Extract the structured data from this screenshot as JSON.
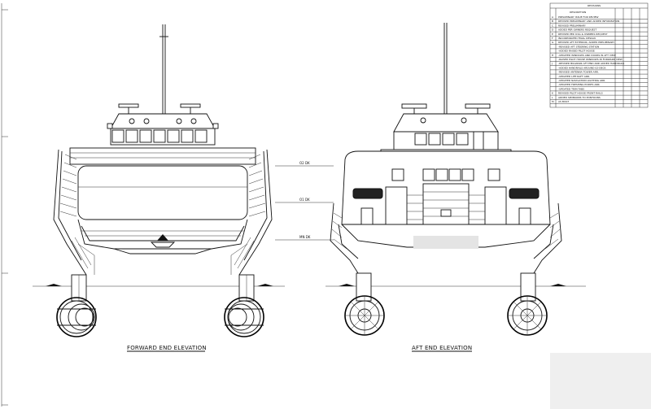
{
  "revisions": {
    "title": "REVISIONS",
    "headers": [
      "DESCRIPTION"
    ],
    "rows": [
      {
        "rev": "A",
        "text": "PRELIMINARY ISSUE FOR REVIEW"
      },
      {
        "rev": "B",
        "text": "REVISED PRELIMINARY AND ADDED INFORMATION"
      },
      {
        "rev": "C",
        "text": "REVISED PRELIMINARY"
      },
      {
        "rev": "D",
        "text": "ADDED PER OWNERS REQUEST"
      },
      {
        "rev": "E",
        "text": "REVISED PER ICSA & OWNERS REQUEST"
      },
      {
        "rev": "F",
        "text": "INCORPORATED FINAL DESIGN"
      },
      {
        "rev": "G",
        "text": "REVISED AFT EXTERIOR, ADDED PRELIMINARY"
      },
      {
        "rev": "",
        "text": "-REVISED AFT STEERING STATION"
      },
      {
        "rev": "",
        "text": "-ADDED RAISED PILOT HOUSE"
      },
      {
        "rev": "H",
        "text": "-UPDATED WINDOWS AND DOORS IN AFT VIEW"
      },
      {
        "rev": "",
        "text": "-RAISED PILOT HOUSE WINDOWS IN FORWARD VIEW"
      },
      {
        "rev": "J",
        "text": "-REVISED BULWARK AFT END AND ADDED HANDRAILS"
      },
      {
        "rev": "",
        "text": "-ADDED HANDRAILS AROUND 02-DECK"
      },
      {
        "rev": "",
        "text": "-REVISED ANTENNA TOWER ARR."
      },
      {
        "rev": "",
        "text": "-UPDATED LIFE RAFT ARR."
      },
      {
        "rev": "",
        "text": "-UPDATED NAVIGATION LIGHTING ARR."
      },
      {
        "rev": "",
        "text": "-UPDATED FRESHING POINTS ARR."
      },
      {
        "rev": "",
        "text": "-UPDATED TRIM TABS"
      },
      {
        "rev": "K",
        "text": "REVISED PILOT HOUSE FRONT RAILS"
      },
      {
        "rev": "L",
        "text": "ADDED SPONSONS TO PONTOONS"
      },
      {
        "rev": "M",
        "text": "AS BUILT"
      }
    ]
  },
  "deck_labels": {
    "o2": "O2 DK",
    "o1": "O1 DK",
    "main": "MN DK"
  },
  "views": {
    "forward": {
      "label": "FORWARD END ELEVATION"
    },
    "aft": {
      "label": "AFT END ELEVATION"
    }
  }
}
